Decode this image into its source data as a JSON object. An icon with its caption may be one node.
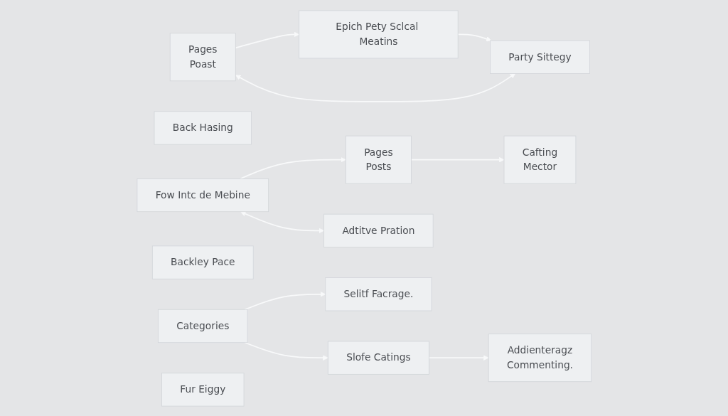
{
  "diagram": {
    "nodes": [
      {
        "text": [
          "Pages",
          "Poast"
        ]
      },
      {
        "text": [
          "Epich Pety Sclcal Meatins"
        ]
      },
      {
        "text": [
          "Party Sittegy"
        ]
      },
      {
        "text": [
          "Back Hasing"
        ]
      },
      {
        "text": [
          "Fow Intc de Mebine"
        ]
      },
      {
        "text": [
          "Pages",
          "Posts"
        ]
      },
      {
        "text": [
          "Backley Pace"
        ]
      },
      {
        "text": [
          "Adtitve Pration"
        ]
      },
      {
        "text": [
          "Cafting",
          "Mector"
        ]
      },
      {
        "text": [
          "Categories"
        ]
      },
      {
        "text": [
          "Selitf Facrage."
        ]
      },
      {
        "text": [
          "Slofe Catings"
        ]
      },
      {
        "text": [
          "Fur Eiggy"
        ]
      },
      {
        "text": [
          "Addienteragz",
          "Commenting."
        ]
      }
    ],
    "edges": [
      {
        "from": 0,
        "to": 1,
        "arrow": "to"
      },
      {
        "from": 1,
        "to": 2,
        "arrow": "to"
      },
      {
        "from": 0,
        "to": 2,
        "arrow": "both"
      },
      {
        "from": 4,
        "to": 5,
        "arrow": "to"
      },
      {
        "from": 5,
        "to": 8,
        "arrow": "to"
      },
      {
        "from": 4,
        "to": 7,
        "arrow": "both"
      },
      {
        "from": 9,
        "to": 10,
        "arrow": "to"
      },
      {
        "from": 9,
        "to": 11,
        "arrow": "to"
      },
      {
        "from": 11,
        "to": 13,
        "arrow": "to"
      }
    ]
  }
}
